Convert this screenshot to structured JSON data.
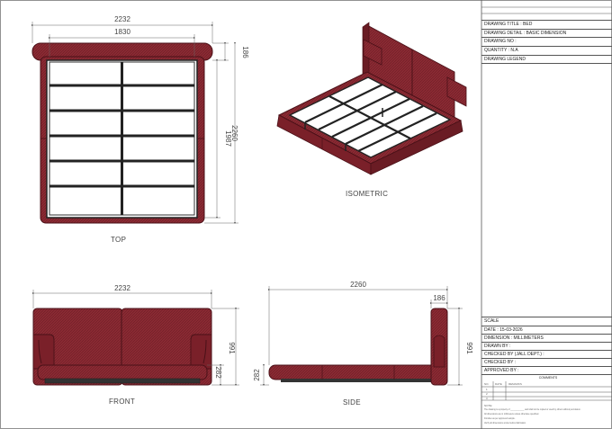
{
  "title_block": {
    "drawing_title": "DRAWING TITLE : BED",
    "drawing_detail": "DRAWING DETAIL : BASIC DIMENSION",
    "drawing_no": "DRAWING NO :",
    "quantity": "QUANTITY : N.A",
    "drawing_legend": "DRAWING LEGEND",
    "scale": "SCALE",
    "date": "DATE : 15-03-2026",
    "dimension": "DIMENSION : MILLIMETERS",
    "drawn_by": "DRAWN BY :",
    "checked_by_jall": "CHECKED BY (JALL DEPT.) :",
    "checked_by": "CHECKED BY :",
    "approved_by": "APPROVED BY :",
    "comments_header": "COMMENTS",
    "col_no": "NO.",
    "col_date": "DATE",
    "col_remarks": "REMARKS",
    "row_numbers": [
      "1",
      "2",
      "3"
    ],
    "note_title": "NOTE:",
    "notes": [
      "The drawing is a property of ____________ and shall not be copied or used by others without permission.",
      "All dimensions are in millimeters unless otherwise specified.",
      "Finishes as per approved sample.",
      "Verify all dimensions at site before fabrication."
    ]
  },
  "views": {
    "top": "TOP",
    "isometric": "ISOMETRIC",
    "front": "FRONT",
    "side": "SIDE"
  },
  "dimensions": {
    "top_overall_width": "2232",
    "top_inner_width": "1830",
    "top_headboard_depth": "186",
    "top_inner_length": "1987",
    "top_overall_length": "2260",
    "front_width": "2232",
    "front_height": "991",
    "front_base_height": "282",
    "side_length": "2260",
    "side_headboard_depth": "186",
    "side_height": "991",
    "side_base_height": "282"
  },
  "colors": {
    "upholstery": "#8b2a33",
    "upholstery_dark": "#5e161e",
    "frame": "#2b2b2b",
    "dimension_line": "#666666"
  }
}
